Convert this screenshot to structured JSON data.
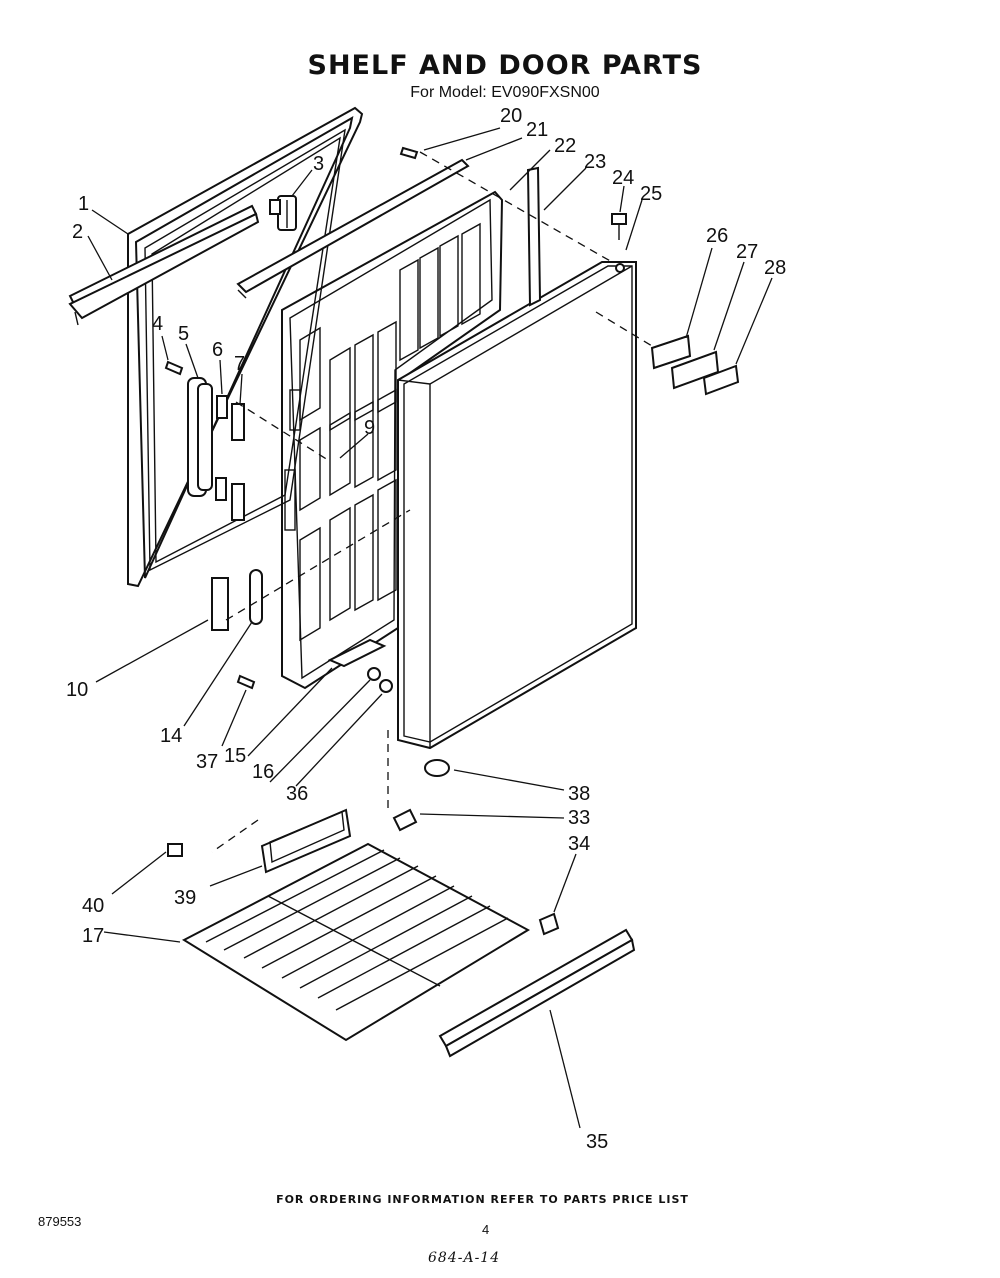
{
  "header": {
    "title": "SHELF AND DOOR PARTS",
    "subtitle": "For Model: EV090FXSN00"
  },
  "part_labels": [
    "1",
    "2",
    "3",
    "4",
    "5",
    "6",
    "7",
    "9",
    "10",
    "14",
    "15",
    "16",
    "17",
    "20",
    "21",
    "22",
    "23",
    "24",
    "25",
    "26",
    "27",
    "28",
    "33",
    "34",
    "35",
    "36",
    "37",
    "38",
    "39",
    "40"
  ],
  "footer": {
    "ordering_note": "FOR ORDERING INFORMATION REFER TO PARTS PRICE LIST",
    "doc_number": "879553",
    "page_number": "4",
    "handwritten_note": "684-A-14"
  }
}
